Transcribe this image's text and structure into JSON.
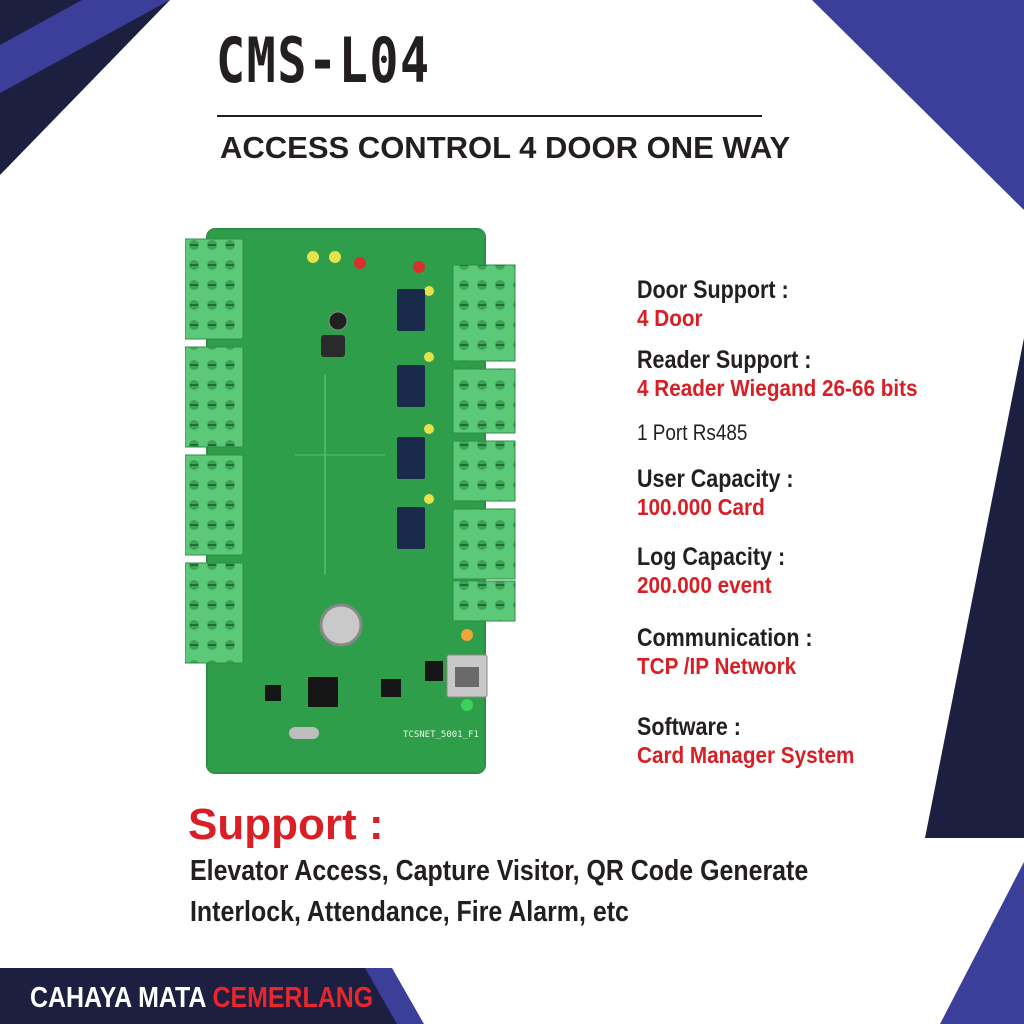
{
  "header": {
    "title": "CMS-L04",
    "subtitle": "ACCESS CONTROL 4 DOOR ONE WAY"
  },
  "board": {
    "silkscreen_label": "TCSNET_5001_F1"
  },
  "specs": [
    {
      "label": "Door Support :",
      "value": "4 Door"
    },
    {
      "label": "Reader Support :",
      "value": "4 Reader Wiegand 26-66 bits"
    },
    {
      "label": "1 Port Rs485",
      "value": ""
    },
    {
      "label": "User Capacity :",
      "value": "100.000 Card"
    },
    {
      "label": "Log Capacity :",
      "value": "200.000 event"
    },
    {
      "label": "Communication :",
      "value": "TCP /IP Network"
    },
    {
      "label": "Software :",
      "value": "Card Manager System"
    }
  ],
  "support": {
    "heading": "Support :",
    "lines": [
      "Elevator Access, Capture Visitor, QR Code Generate",
      "Interlock, Attendance, Fire Alarm, etc"
    ]
  },
  "brand": {
    "name_part1": "CAHAYA MATA ",
    "name_part2": "CEMERLANG"
  },
  "colors": {
    "navy": "#3c3f9a",
    "dark_navy": "#1c1f3f",
    "accent_red": "#d81f26",
    "pcb_green": "#2f9e4a",
    "terminal_green": "#5cc978"
  }
}
